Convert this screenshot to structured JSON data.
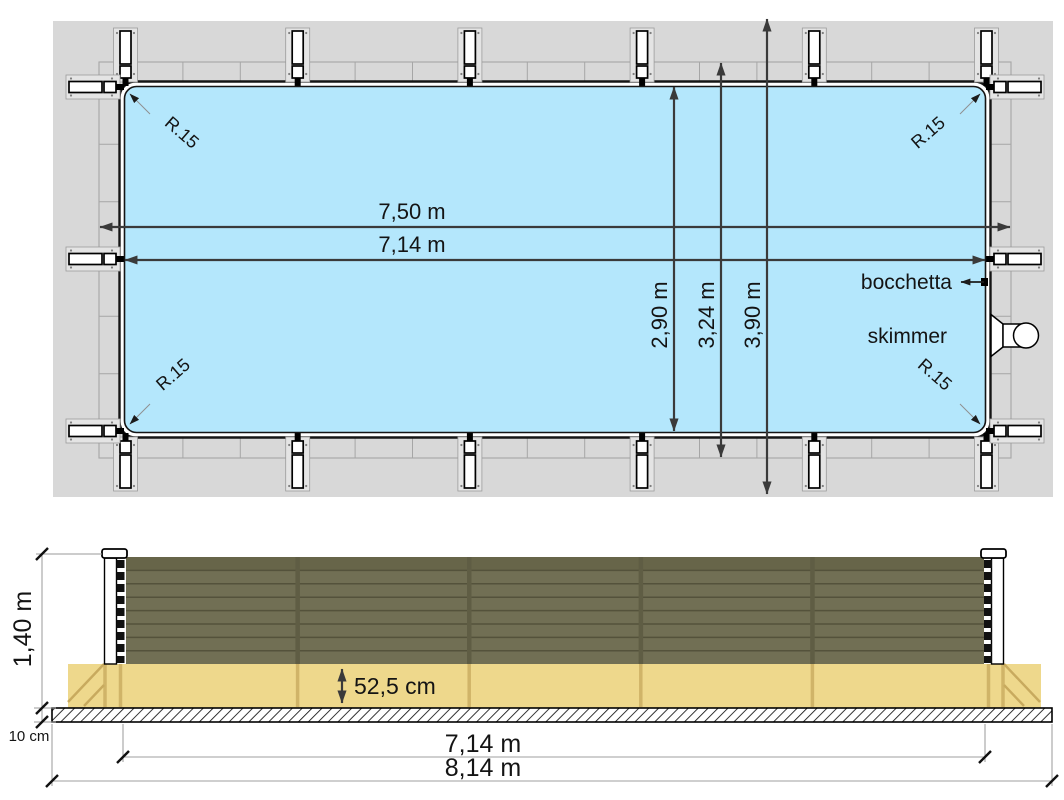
{
  "drawing": {
    "title": "pool technical drawing (plan and section)",
    "plan": {
      "corner_radius": {
        "top_left": "R.15",
        "top_right": "R.15",
        "bottom_left": "R.15",
        "bottom_right": "R.15"
      },
      "dim_outer_width": "7,50 m",
      "dim_inner_width": "7,14 m",
      "dim_inner_length": "2,90 m",
      "dim_frame_length": "3,24 m",
      "dim_deck_length": "3,90 m",
      "label_inlet": "bocchetta",
      "label_skimmer": "skimmer"
    },
    "section": {
      "dim_wall_height": "1,40 m",
      "dim_sand_thickness": "52,5 cm",
      "dim_slab_thickness": "10 cm",
      "dim_inner_width": "7,14 m",
      "dim_outer_width": "8,14 m"
    },
    "colors": {
      "water": "#b4e7fc",
      "deck": "#d8d8d8",
      "wood_wall": "#716f54",
      "sand": "#eed88c"
    }
  }
}
